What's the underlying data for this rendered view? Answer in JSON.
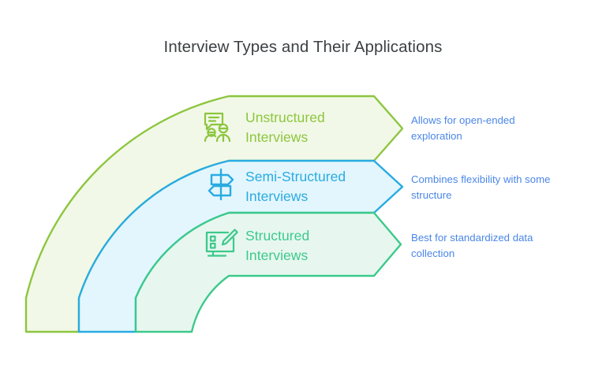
{
  "title": "Interview Types and Their Applications",
  "colors": {
    "background": "#ffffff",
    "title_color": "#3c4043",
    "description_color": "#4a86e8",
    "band1_stroke": "#8cc63f",
    "band1_fill": "#f2f8e7",
    "band2_stroke": "#29abe2",
    "band2_fill": "#e3f6fd",
    "band3_stroke": "#3cc98b",
    "band3_fill": "#e7f7ef"
  },
  "bands": [
    {
      "id": "unstructured",
      "label": "Unstructured\nInterviews",
      "icon": "speech-bubble-people-icon",
      "description": "Allows for open-ended\nexploration",
      "stroke": "#8cc63f",
      "fill": "#f2f8e7",
      "label_color": "#8cc63f"
    },
    {
      "id": "semi-structured",
      "label": "Semi-Structured\nInterviews",
      "icon": "signpost-icon",
      "description": "Combines flexibility with some\nstructure",
      "stroke": "#29abe2",
      "fill": "#e3f6fd",
      "label_color": "#29abe2"
    },
    {
      "id": "structured",
      "label": "Structured\nInterviews",
      "icon": "monitor-form-pencil-icon",
      "description": "Best for standardized data\ncollection",
      "stroke": "#3cc98b",
      "fill": "#e7f7ef",
      "label_color": "#3cc98b"
    }
  ]
}
